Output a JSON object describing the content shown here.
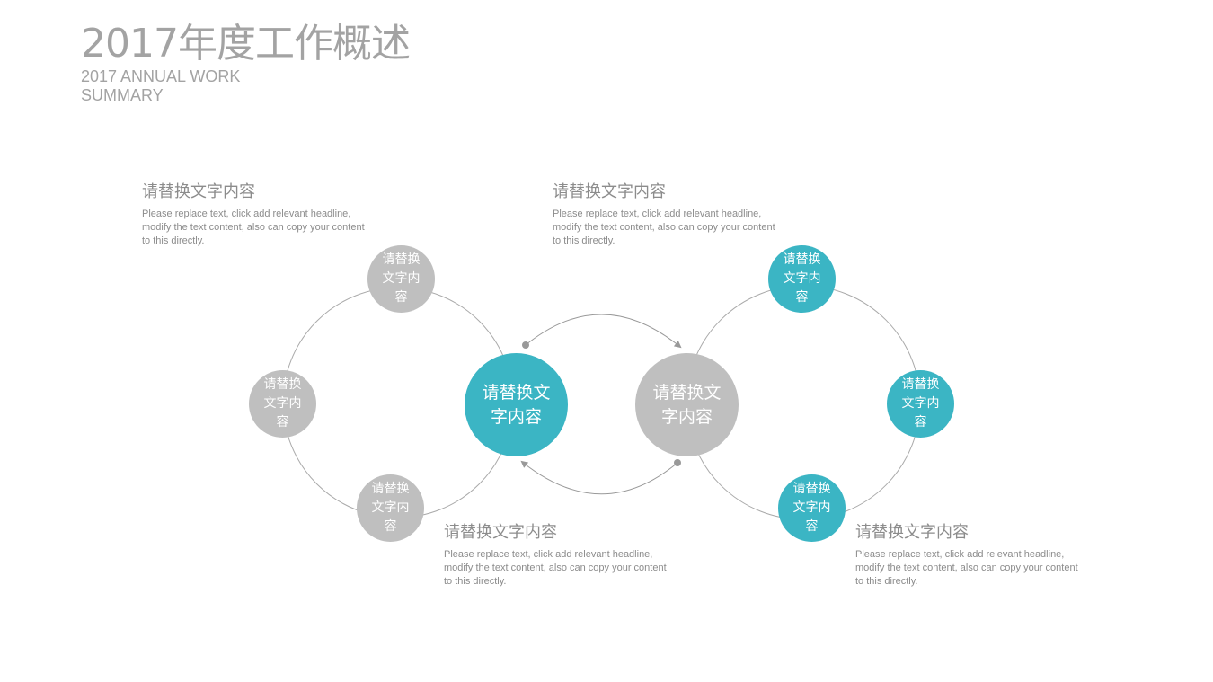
{
  "header": {
    "title": "2017年度工作概述",
    "subtitle": "2017 ANNUAL WORK SUMMARY"
  },
  "colors": {
    "teal": "#3bb5c4",
    "gray": "#bfbfbf"
  },
  "blocks": [
    {
      "heading": "请替换文字内容",
      "body": "Please replace text, click add relevant headline, modify the text content, also can copy your content to this directly."
    },
    {
      "heading": "请替换文字内容",
      "body": "Please replace text, click add relevant headline, modify the text content, also can copy your content to this directly."
    },
    {
      "heading": "请替换文字内容",
      "body": "Please replace text, click add relevant headline, modify the text content, also can copy your content to this directly."
    },
    {
      "heading": "请替换文字内容",
      "body": "Please replace text, click add relevant headline, modify the text content, also can copy your content to this directly."
    }
  ],
  "left_cycle": {
    "center": "请替换文字内容",
    "nodes": [
      "请替换文字内容",
      "请替换文字内容",
      "请替换文字内容"
    ]
  },
  "right_cycle": {
    "center": "请替换文字内容",
    "nodes": [
      "请替换文字内容",
      "请替换文字内容",
      "请替换文字内容"
    ]
  }
}
